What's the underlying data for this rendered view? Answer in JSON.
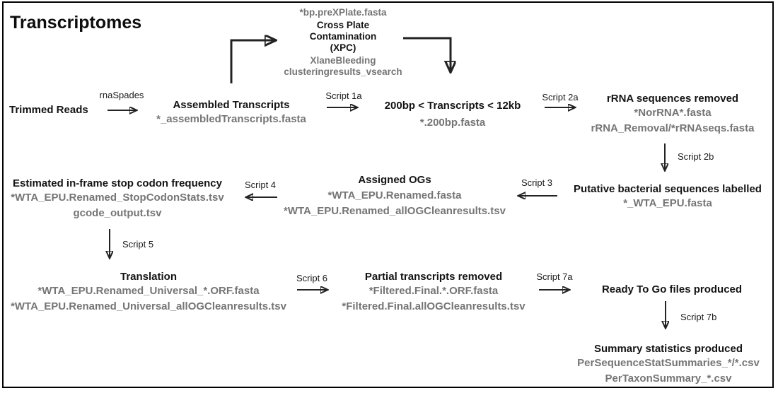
{
  "page": {
    "title": "Transcriptomes"
  },
  "colors": {
    "title_text": "#0d0d0d",
    "node_text": "#141414",
    "file_text": "#757575",
    "arrow": "#232323",
    "background": "#ffffff"
  },
  "nodes": {
    "trimmed_reads": {
      "title": "Trimmed Reads"
    },
    "assembled_transcripts": {
      "title": "Assembled Transcripts",
      "files": [
        "*_assembledTranscripts.fasta"
      ]
    },
    "xpc": {
      "pre_file": "*bp.preXPlate.fasta",
      "title_lines": [
        "Cross Plate",
        "Contamination",
        "(XPC)"
      ],
      "files": [
        "XlaneBleeding",
        "clusteringresults_vsearch"
      ]
    },
    "size_filter": {
      "title": "200bp < Transcripts < 12kb",
      "files": [
        "*.200bp.fasta"
      ]
    },
    "rrna_removed": {
      "title": "rRNA sequences removed",
      "files": [
        "*NorRNA*.fasta",
        "rRNA_Removal/*rRNAseqs.fasta"
      ]
    },
    "bacterial_labelled": {
      "title": "Putative bacterial sequences labelled",
      "files": [
        "*_WTA_EPU.fasta"
      ]
    },
    "assigned_ogs": {
      "title": "Assigned OGs",
      "files": [
        "*WTA_EPU.Renamed.fasta",
        "*WTA_EPU.Renamed_allOGCleanresults.tsv"
      ]
    },
    "stop_codon_freq": {
      "title": "Estimated in-frame stop codon frequency",
      "files": [
        "*WTA_EPU.Renamed_StopCodonStats.tsv",
        "gcode_output.tsv"
      ]
    },
    "translation": {
      "title": "Translation",
      "files": [
        "*WTA_EPU.Renamed_Universal_*.ORF.fasta",
        "*WTA_EPU.Renamed_Universal_allOGCleanresults.tsv"
      ]
    },
    "partial_removed": {
      "title": "Partial transcripts removed",
      "files": [
        "*Filtered.Final.*.ORF.fasta",
        "*Filtered.Final.allOGCleanresults.tsv"
      ]
    },
    "ready_to_go": {
      "title": "Ready To Go files produced"
    },
    "summary_stats": {
      "title": "Summary statistics produced",
      "files": [
        "PerSequenceStatSummaries_*/*.csv",
        "PerTaxonSummary_*.csv"
      ]
    }
  },
  "edge_labels": {
    "rnaspades": "rnaSpades",
    "script_1a": "Script 1a",
    "script_2a": "Script 2a",
    "script_2b": "Script 2b",
    "script_3": "Script 3",
    "script_4": "Script 4",
    "script_5": "Script 5",
    "script_6": "Script 6",
    "script_7a": "Script 7a",
    "script_7b": "Script 7b"
  }
}
